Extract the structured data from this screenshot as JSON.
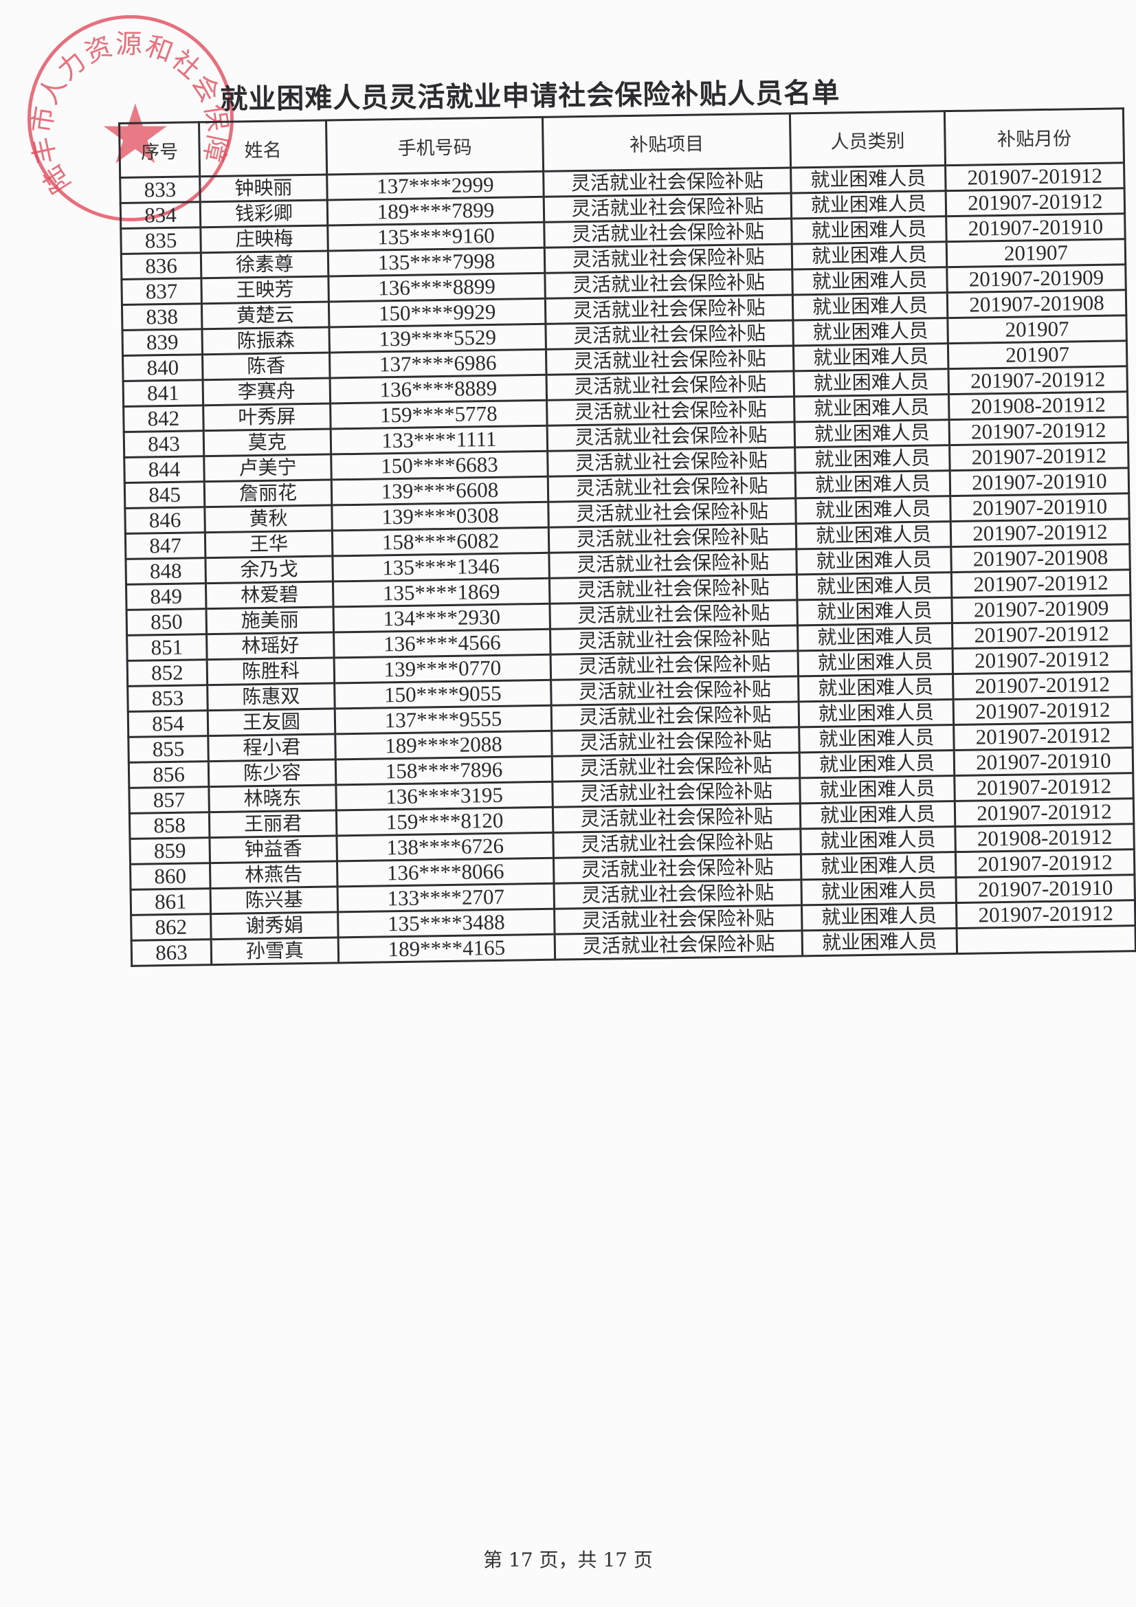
{
  "document": {
    "title": "就业困难人员灵活就业申请社会保险补贴人员名单",
    "footer": "第 17 页，共 17 页"
  },
  "stamp": {
    "text": "陆丰市人力资源和社会保障局",
    "color": "#e24858",
    "icon": "star-icon"
  },
  "table": {
    "headers": [
      "序号",
      "姓名",
      "手机号码",
      "补贴项目",
      "人员类别",
      "补贴月份"
    ],
    "rows": [
      {
        "idx": "833",
        "name": "钟映丽",
        "phone": "137****2999",
        "item": "灵活就业社会保险补贴",
        "type": "就业困难人员",
        "months": "201907-201912"
      },
      {
        "idx": "834",
        "name": "钱彩卿",
        "phone": "189****7899",
        "item": "灵活就业社会保险补贴",
        "type": "就业困难人员",
        "months": "201907-201912"
      },
      {
        "idx": "835",
        "name": "庄映梅",
        "phone": "135****9160",
        "item": "灵活就业社会保险补贴",
        "type": "就业困难人员",
        "months": "201907-201910"
      },
      {
        "idx": "836",
        "name": "徐素尊",
        "phone": "135****7998",
        "item": "灵活就业社会保险补贴",
        "type": "就业困难人员",
        "months": "201907"
      },
      {
        "idx": "837",
        "name": "王映芳",
        "phone": "136****8899",
        "item": "灵活就业社会保险补贴",
        "type": "就业困难人员",
        "months": "201907-201909"
      },
      {
        "idx": "838",
        "name": "黄楚云",
        "phone": "150****9929",
        "item": "灵活就业社会保险补贴",
        "type": "就业困难人员",
        "months": "201907-201908"
      },
      {
        "idx": "839",
        "name": "陈振森",
        "phone": "139****5529",
        "item": "灵活就业社会保险补贴",
        "type": "就业困难人员",
        "months": "201907"
      },
      {
        "idx": "840",
        "name": "陈香",
        "phone": "137****6986",
        "item": "灵活就业社会保险补贴",
        "type": "就业困难人员",
        "months": "201907"
      },
      {
        "idx": "841",
        "name": "李赛舟",
        "phone": "136****8889",
        "item": "灵活就业社会保险补贴",
        "type": "就业困难人员",
        "months": "201907-201912"
      },
      {
        "idx": "842",
        "name": "叶秀屏",
        "phone": "159****5778",
        "item": "灵活就业社会保险补贴",
        "type": "就业困难人员",
        "months": "201908-201912"
      },
      {
        "idx": "843",
        "name": "莫克",
        "phone": "133****1111",
        "item": "灵活就业社会保险补贴",
        "type": "就业困难人员",
        "months": "201907-201912"
      },
      {
        "idx": "844",
        "name": "卢美宁",
        "phone": "150****6683",
        "item": "灵活就业社会保险补贴",
        "type": "就业困难人员",
        "months": "201907-201912"
      },
      {
        "idx": "845",
        "name": "詹丽花",
        "phone": "139****6608",
        "item": "灵活就业社会保险补贴",
        "type": "就业困难人员",
        "months": "201907-201910"
      },
      {
        "idx": "846",
        "name": "黄秋",
        "phone": "139****0308",
        "item": "灵活就业社会保险补贴",
        "type": "就业困难人员",
        "months": "201907-201910"
      },
      {
        "idx": "847",
        "name": "王华",
        "phone": "158****6082",
        "item": "灵活就业社会保险补贴",
        "type": "就业困难人员",
        "months": "201907-201912"
      },
      {
        "idx": "848",
        "name": "余乃戈",
        "phone": "135****1346",
        "item": "灵活就业社会保险补贴",
        "type": "就业困难人员",
        "months": "201907-201908"
      },
      {
        "idx": "849",
        "name": "林爱碧",
        "phone": "135****1869",
        "item": "灵活就业社会保险补贴",
        "type": "就业困难人员",
        "months": "201907-201912"
      },
      {
        "idx": "850",
        "name": "施美丽",
        "phone": "134****2930",
        "item": "灵活就业社会保险补贴",
        "type": "就业困难人员",
        "months": "201907-201909"
      },
      {
        "idx": "851",
        "name": "林瑶好",
        "phone": "136****4566",
        "item": "灵活就业社会保险补贴",
        "type": "就业困难人员",
        "months": "201907-201912"
      },
      {
        "idx": "852",
        "name": "陈胜科",
        "phone": "139****0770",
        "item": "灵活就业社会保险补贴",
        "type": "就业困难人员",
        "months": "201907-201912"
      },
      {
        "idx": "853",
        "name": "陈惠双",
        "phone": "150****9055",
        "item": "灵活就业社会保险补贴",
        "type": "就业困难人员",
        "months": "201907-201912"
      },
      {
        "idx": "854",
        "name": "王友圆",
        "phone": "137****9555",
        "item": "灵活就业社会保险补贴",
        "type": "就业困难人员",
        "months": "201907-201912"
      },
      {
        "idx": "855",
        "name": "程小君",
        "phone": "189****2088",
        "item": "灵活就业社会保险补贴",
        "type": "就业困难人员",
        "months": "201907-201912"
      },
      {
        "idx": "856",
        "name": "陈少容",
        "phone": "158****7896",
        "item": "灵活就业社会保险补贴",
        "type": "就业困难人员",
        "months": "201907-201910"
      },
      {
        "idx": "857",
        "name": "林晓东",
        "phone": "136****3195",
        "item": "灵活就业社会保险补贴",
        "type": "就业困难人员",
        "months": "201907-201912"
      },
      {
        "idx": "858",
        "name": "王丽君",
        "phone": "159****8120",
        "item": "灵活就业社会保险补贴",
        "type": "就业困难人员",
        "months": "201907-201912"
      },
      {
        "idx": "859",
        "name": "钟益香",
        "phone": "138****6726",
        "item": "灵活就业社会保险补贴",
        "type": "就业困难人员",
        "months": "201908-201912"
      },
      {
        "idx": "860",
        "name": "林燕告",
        "phone": "136****8066",
        "item": "灵活就业社会保险补贴",
        "type": "就业困难人员",
        "months": "201907-201912"
      },
      {
        "idx": "861",
        "name": "陈兴基",
        "phone": "133****2707",
        "item": "灵活就业社会保险补贴",
        "type": "就业困难人员",
        "months": "201907-201910"
      },
      {
        "idx": "862",
        "name": "谢秀娟",
        "phone": "135****3488",
        "item": "灵活就业社会保险补贴",
        "type": "就业困难人员",
        "months": "201907-201912"
      },
      {
        "idx": "863",
        "name": "孙雪真",
        "phone": "189****4165",
        "item": "灵活就业社会保险补贴",
        "type": "就业困难人员",
        "months": ""
      }
    ]
  }
}
